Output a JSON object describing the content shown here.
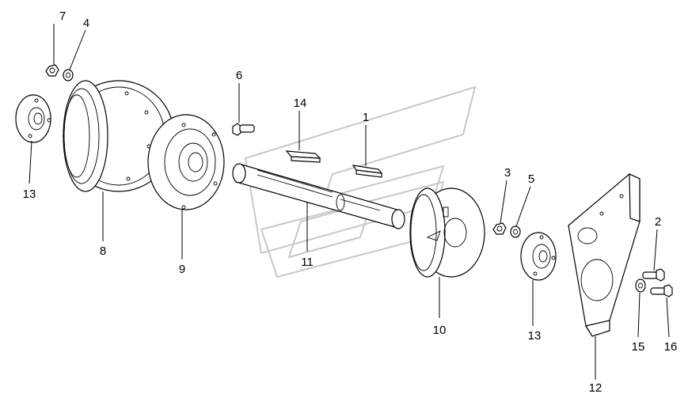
{
  "labels": {
    "p1": "1",
    "p2": "2",
    "p3": "3",
    "p4": "4",
    "p5": "5",
    "p6": "6",
    "p7": "7",
    "p8": "8",
    "p9": "9",
    "p10": "10",
    "p11": "11",
    "p12": "12",
    "p13a": "13",
    "p13b": "13",
    "p14": "14",
    "p15": "15",
    "p16": "16"
  }
}
